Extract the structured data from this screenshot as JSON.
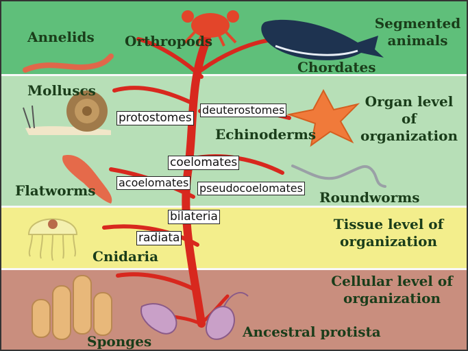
{
  "levels": {
    "segmented": "Segmented animals",
    "organ": "Organ level of organization",
    "tissue": "Tissue level of organization",
    "cellular": "Cellular level of organization"
  },
  "organisms": {
    "annelids": "Annelids",
    "orthropods": "Orthropods",
    "chordates": "Chordates",
    "molluscs": "Molluscs",
    "echinoderms": "Echinoderms",
    "flatworms": "Flatworms",
    "roundworms": "Roundworms",
    "cnidaria": "Cnidaria",
    "sponges": "Sponges",
    "ancestral_protista": "Ancestral protista"
  },
  "branch_labels": {
    "protostomes": "protostomes",
    "deuterostomes": "deuterostomes",
    "coelomates": "coelomates",
    "acoelomates": "acoelomates",
    "pseudocoelomates": "pseudocoelomates",
    "bilateria": "bilateria",
    "radiata": "radiata"
  },
  "colors": {
    "segmented_band": "#5fbf7a",
    "organ_band": "#b7dfb7",
    "tissue_band": "#f3ee8c",
    "cellular_band": "#c98e7e",
    "tree": "#d8281e"
  }
}
